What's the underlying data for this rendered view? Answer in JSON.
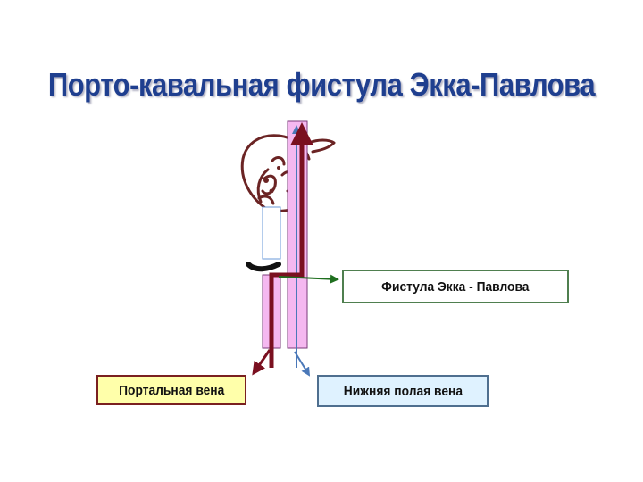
{
  "slide": {
    "title": "Порто-кавальная фистула Экка-Павлова"
  },
  "labels": {
    "fistula": "Фистула Экка - Павлова",
    "portal_vein": "Портальная вена",
    "inferior_vena_cava": "Нижняя полая вена"
  },
  "colors": {
    "title": "#1f3f8f",
    "vessel_fill": "#f5b8f0",
    "portal_arrow": "#7a1020",
    "ivc_arrow": "#4a78b8",
    "fistula_arrow": "#1f6f1f",
    "liver_outline": "#6b2424",
    "portal_box_fill": "#ffffaa",
    "ivc_box_fill": "#dff2ff"
  }
}
